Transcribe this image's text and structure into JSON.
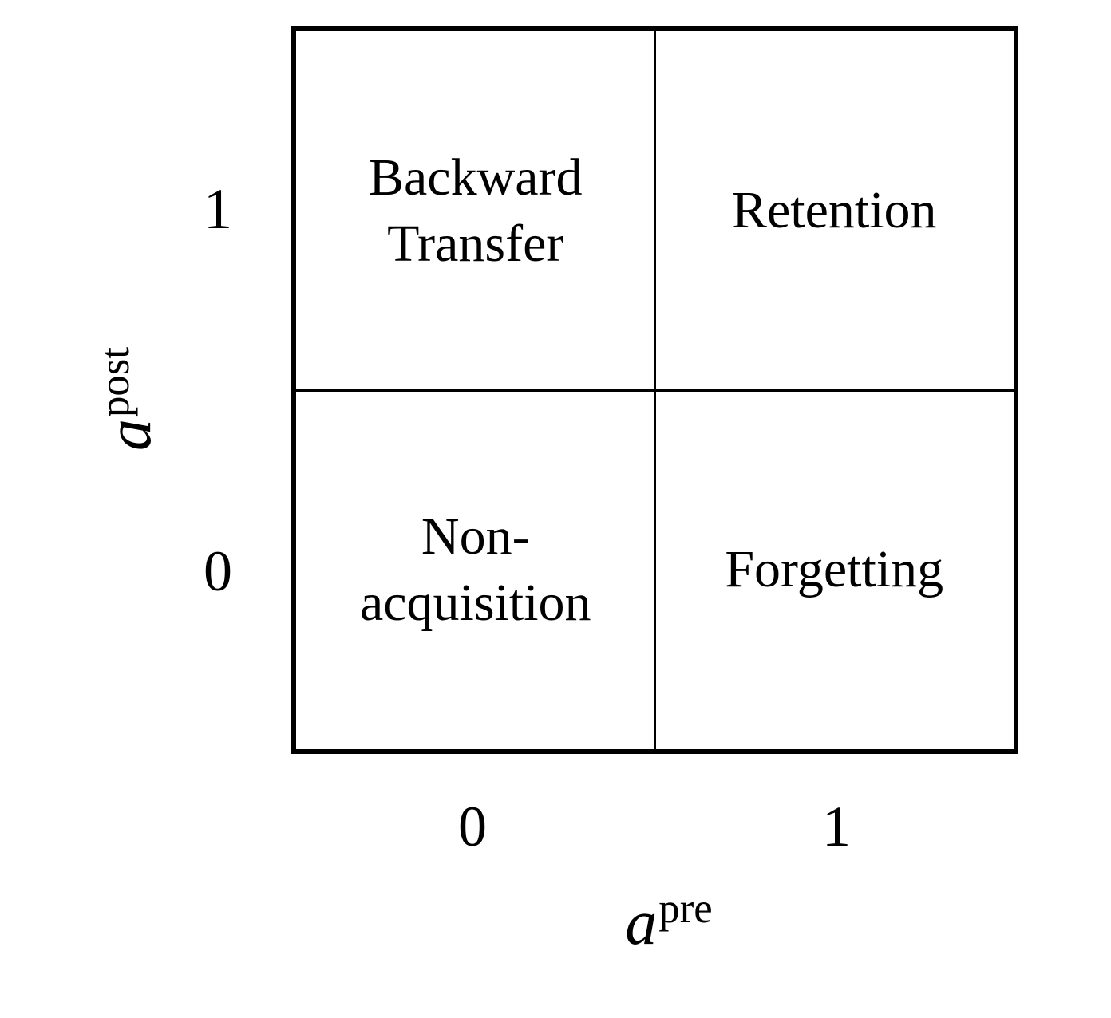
{
  "diagram": {
    "type": "quadrant-matrix",
    "quadrants": {
      "top_left": "Backward\nTransfer",
      "top_right": "Retention",
      "bottom_left": "Non-\nacquisition",
      "bottom_right": "Forgetting"
    },
    "axes": {
      "x": {
        "variable": "a",
        "superscript": "pre",
        "tick_left": "0",
        "tick_right": "1"
      },
      "y": {
        "variable": "a",
        "superscript": "post",
        "tick_top": "1",
        "tick_bottom": "0"
      }
    },
    "colors": {
      "line": "#000000",
      "text": "#000000",
      "background": "#ffffff"
    }
  }
}
